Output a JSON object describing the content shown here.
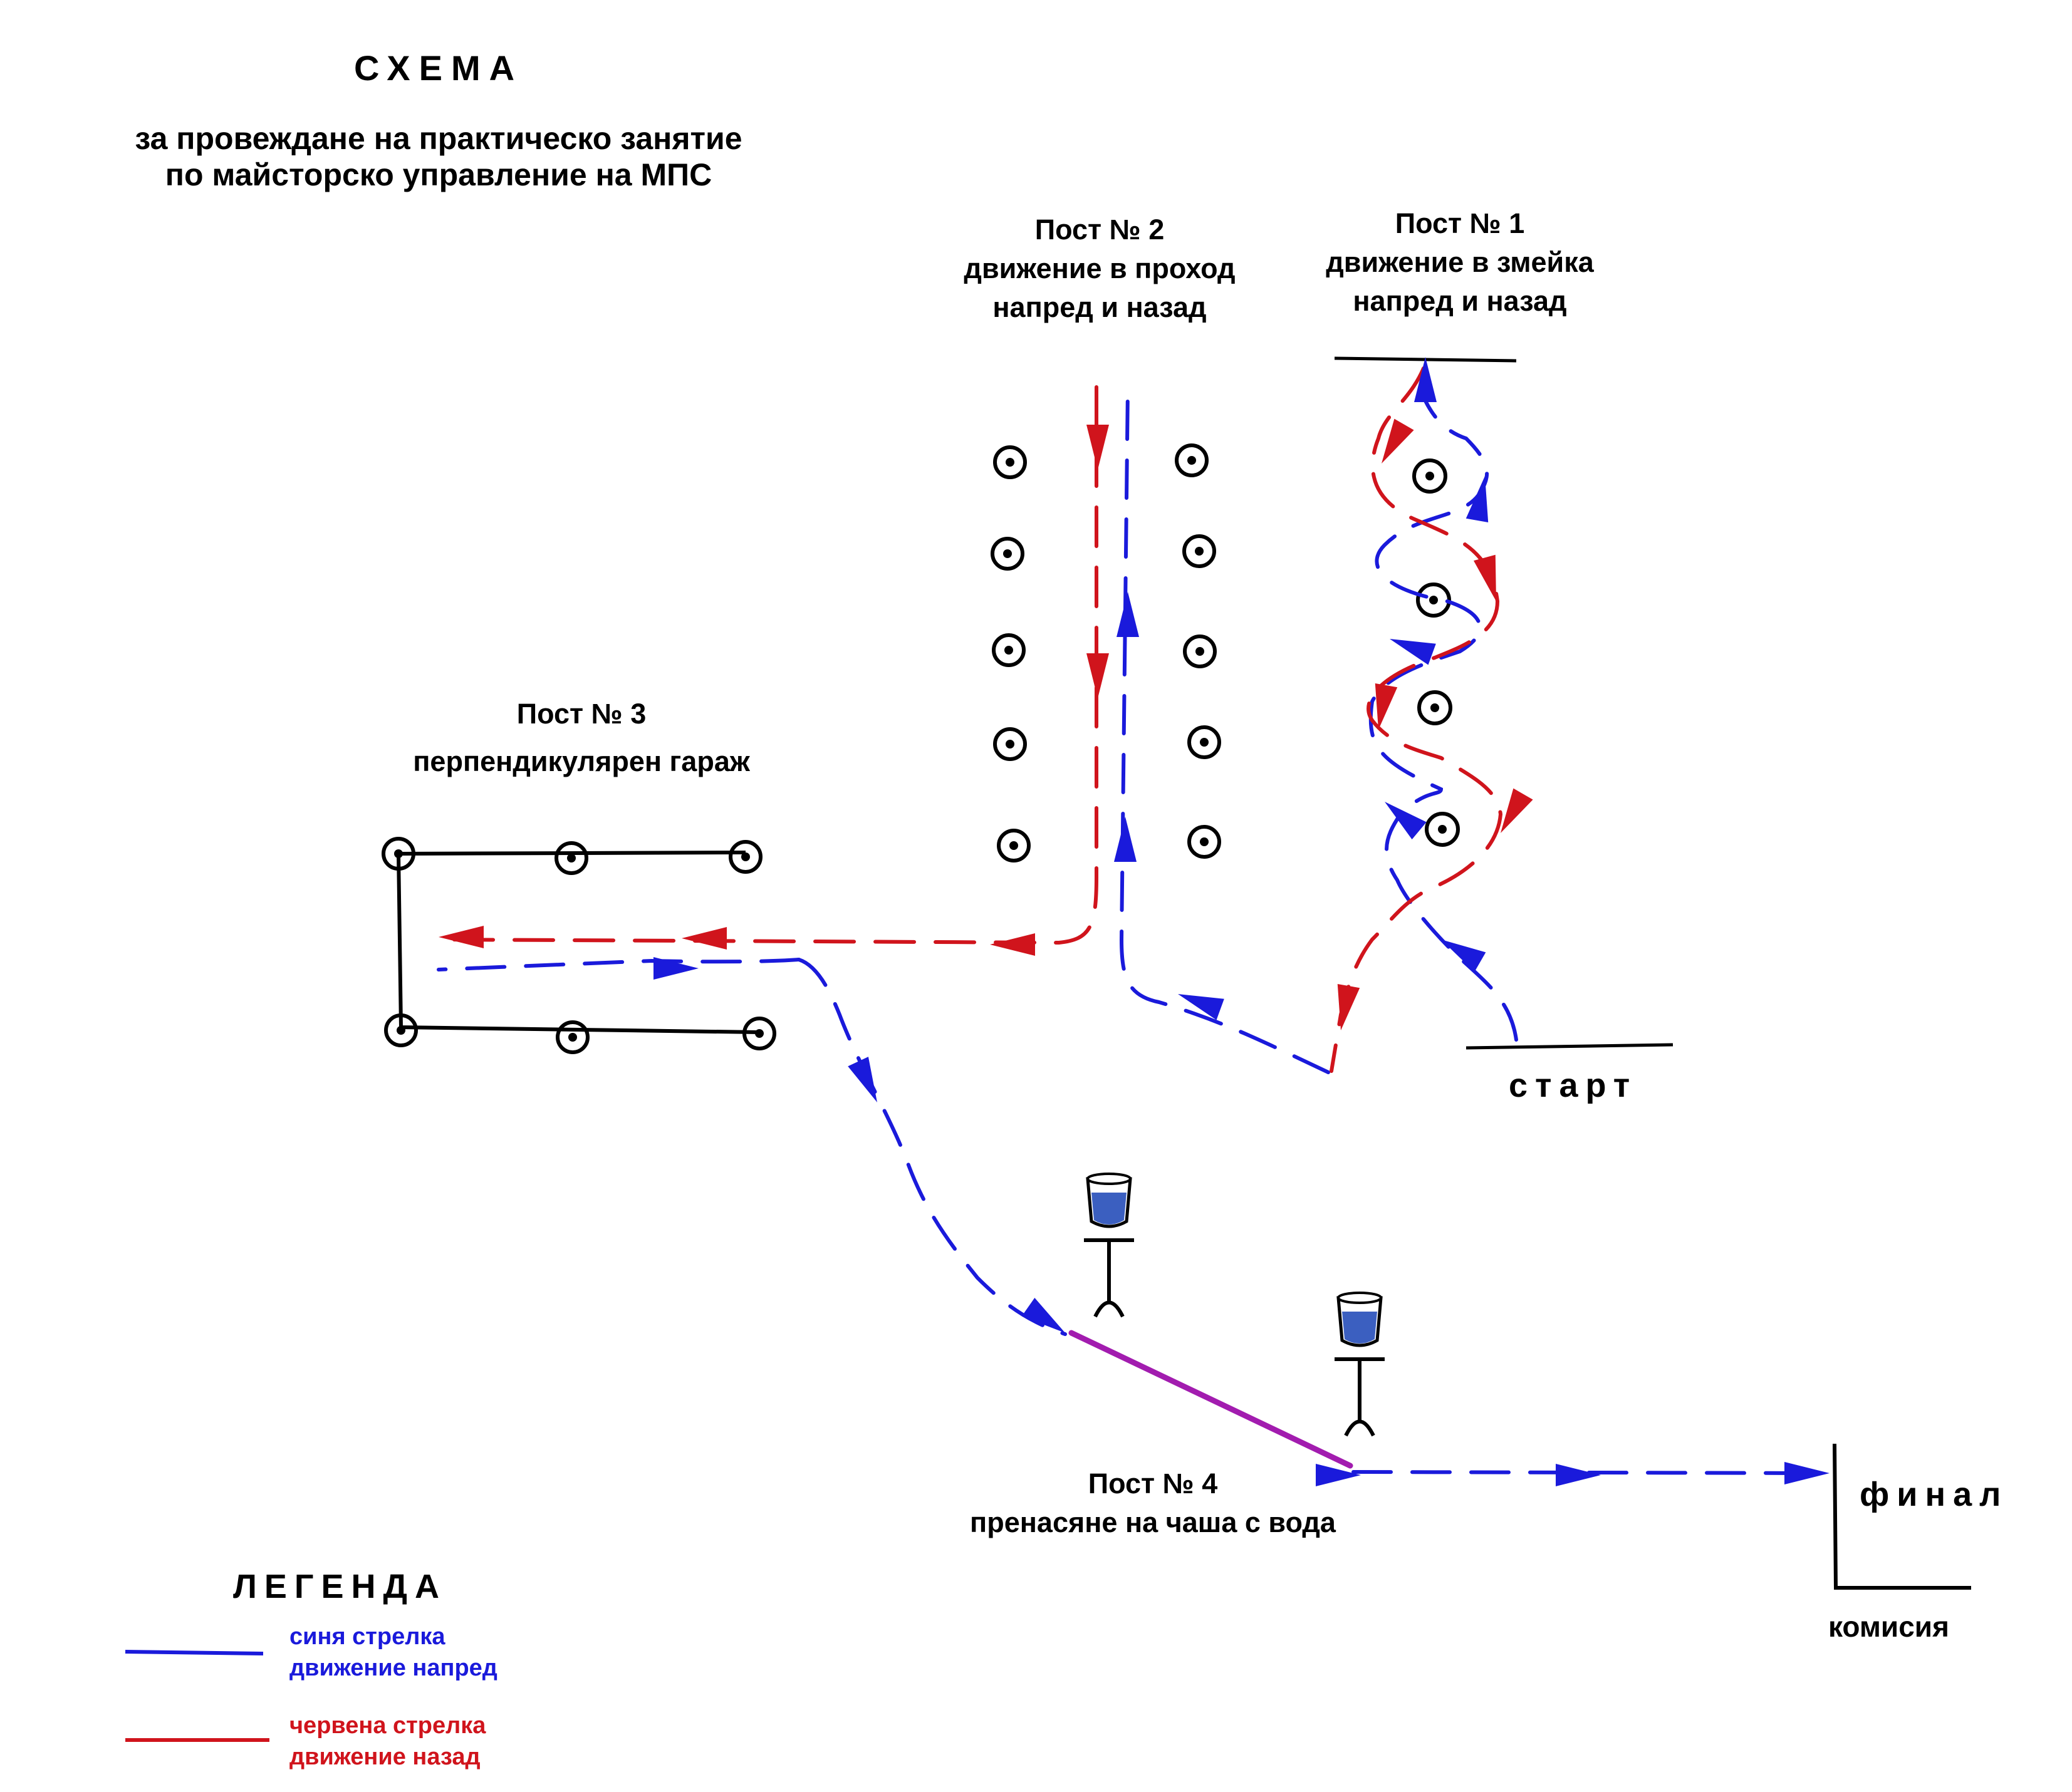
{
  "title": {
    "main": "СХЕМА",
    "line1": "за провеждане на практическо занятие",
    "line2": "по майсторско управление на МПС"
  },
  "posts": {
    "post2": {
      "name": "Пост № 2",
      "line1": "движение в проход",
      "line2": "напред и назад"
    },
    "post1": {
      "name": "Пост № 1",
      "line1": "движение в змейка",
      "line2": "напред и назад"
    },
    "post3": {
      "name": "Пост № 3",
      "line1": "перпендикулярен гараж"
    },
    "post4": {
      "name": "Пост № 4",
      "line1": "пренасяне на чаша с вода"
    }
  },
  "markers": {
    "start": "старт",
    "finish": "финал",
    "commission": "комисия"
  },
  "legend": {
    "title": "ЛЕГЕНДА",
    "blue": {
      "line1": "синя стрелка",
      "line2": "движение напред"
    },
    "red": {
      "line1": "червена стрелка",
      "line2": "движение назад"
    }
  },
  "colors": {
    "forward": "#1a1adb",
    "backward": "#d0141c",
    "water_zone": "#a21caf",
    "water": "#3b5fc0",
    "ink": "#000000"
  },
  "icons": {
    "cone": "target-cone-icon",
    "glass": "water-glass-icon",
    "arrow_forward": "blue-arrowhead-icon",
    "arrow_backward": "red-arrowhead-icon"
  }
}
